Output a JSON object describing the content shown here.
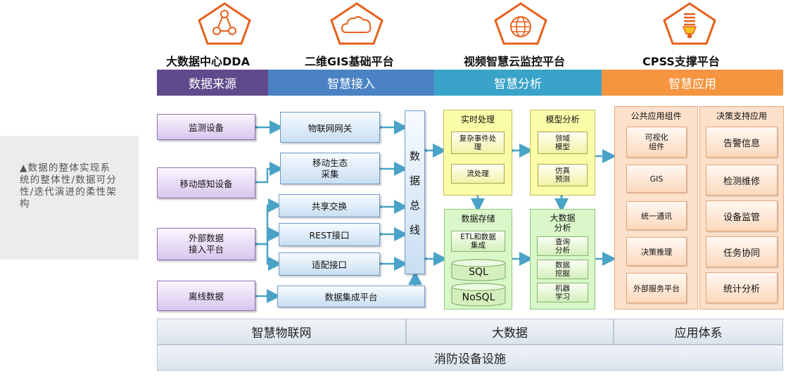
{
  "side_note": "▲数据的整体实现系统的整体性/数据可分性/迭代演进的柔性架构",
  "platforms": [
    {
      "icon": "network-icon",
      "label": "大数据中心DDA"
    },
    {
      "icon": "cloud-icon",
      "label": "二维GIS基础平台"
    },
    {
      "icon": "globe-icon",
      "label": "视频智慧云监控平台"
    },
    {
      "icon": "lightbulb-icon",
      "label": "CPSS支撑平台"
    }
  ],
  "bands": [
    {
      "label": "数据来源",
      "color": "#5f4b8b"
    },
    {
      "label": "智慧接入",
      "color": "#4a82c4"
    },
    {
      "label": "智慧分析",
      "color": "#3aa3c9"
    },
    {
      "label": "智慧应用",
      "color": "#f5953f"
    }
  ],
  "sources": [
    "监测设备",
    "移动感知设备",
    "外部数据\n接入平台",
    "离线数据"
  ],
  "access": [
    "物联网网关",
    "移动生态\n采集",
    "共享交换",
    "REST接口",
    "适配接口",
    "数据集成平台"
  ],
  "bus": [
    "数",
    "据",
    "总",
    "线"
  ],
  "realtime": {
    "title": "实时处理",
    "items": [
      "复杂事件处\n理",
      "流处理"
    ]
  },
  "model": {
    "title": "模型分析",
    "items": [
      "领域\n模型",
      "仿真\n预测"
    ]
  },
  "storage": {
    "title": "数据存储",
    "etl": "ETL和数据\n集成",
    "sql": "SQL",
    "nosql": "NoSQL"
  },
  "bigdata": {
    "title": "大数据\n分析",
    "items": [
      "查询\n分析",
      "数据\n挖掘",
      "机器\n学习"
    ]
  },
  "public_app": {
    "title": "公共应用组件",
    "items": [
      "可视化\n组件",
      "GIS",
      "统一通讯",
      "决策推理",
      "外部服务平台"
    ]
  },
  "decision_app": {
    "title": "决策支持应用",
    "items": [
      "告警信息",
      "检测维修",
      "设备监管",
      "任务协同",
      "统计分析"
    ]
  },
  "bottom_row": [
    "智慧物联网",
    "大数据",
    "应用体系"
  ],
  "foundation": "消防设备设施",
  "colors": {
    "pentagon_stroke": "#e8601c",
    "arrow": "#4aa3c6"
  }
}
